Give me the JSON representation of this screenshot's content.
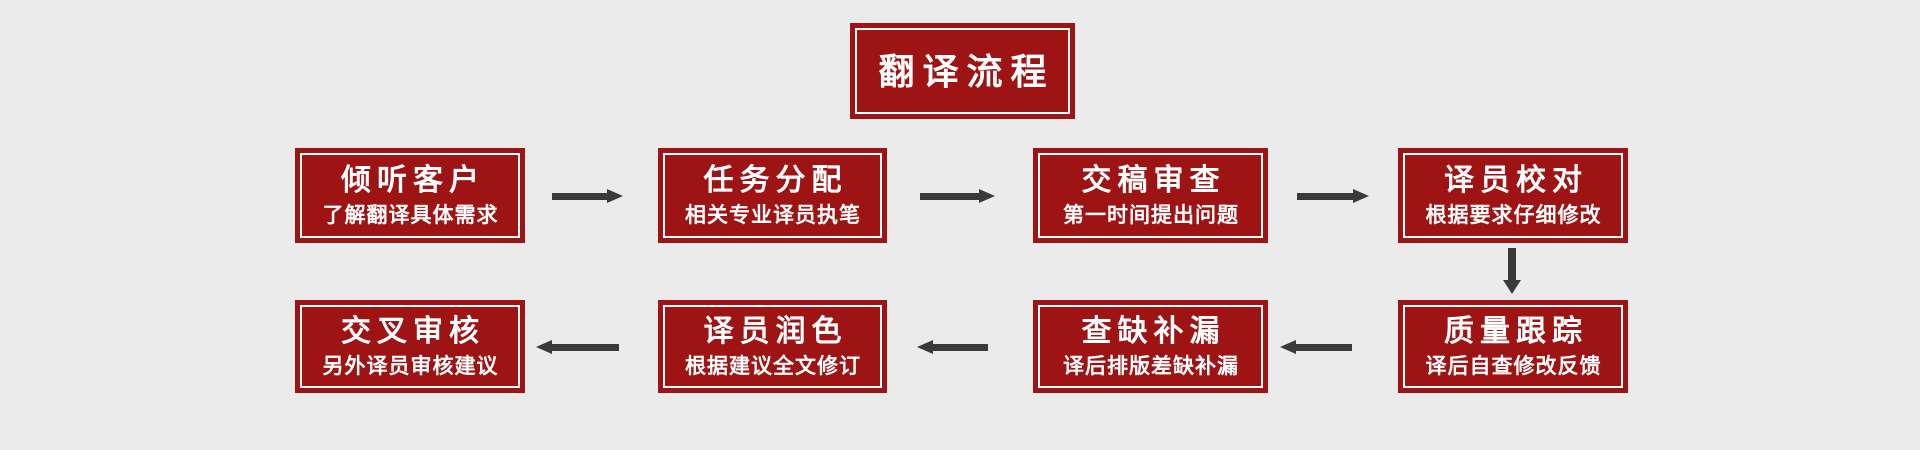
{
  "colors": {
    "background": "#ebebeb",
    "box_fill": "#9e1313",
    "box_inner_border": "#ffffff",
    "box_text": "#ffffff",
    "arrow": "#3a3a3a"
  },
  "title": {
    "label": "翻译流程"
  },
  "flow": {
    "steps": [
      {
        "title": "倾听客户",
        "subtitle": "了解翻译具体需求"
      },
      {
        "title": "任务分配",
        "subtitle": "相关专业译员执笔"
      },
      {
        "title": "交稿审查",
        "subtitle": "第一时间提出问题"
      },
      {
        "title": "译员校对",
        "subtitle": "根据要求仔细修改"
      },
      {
        "title": "质量跟踪",
        "subtitle": "译后自查修改反馈"
      },
      {
        "title": "查缺补漏",
        "subtitle": "译后排版差缺补漏"
      },
      {
        "title": "译员润色",
        "subtitle": "根据建议全文修订"
      },
      {
        "title": "交叉审核",
        "subtitle": "另外译员审核建议"
      }
    ]
  }
}
